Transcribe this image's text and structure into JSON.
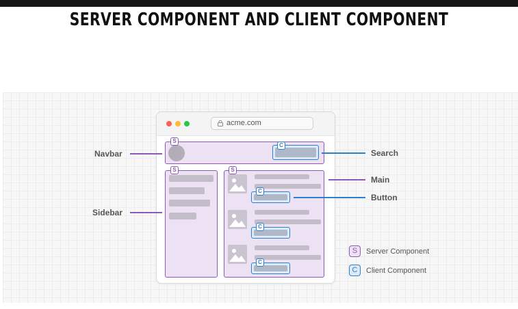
{
  "header": {
    "title": "SERVER COMPONENT AND CLIENT COMPONENT"
  },
  "browser": {
    "url": "acme.com"
  },
  "labels": {
    "navbar": "Navbar",
    "sidebar": "Sidebar",
    "search": "Search",
    "main": "Main",
    "button": "Button"
  },
  "badges": {
    "server": "S",
    "client": "C"
  },
  "legend": {
    "server_symbol": "S",
    "server_label": "Server Component",
    "client_symbol": "C",
    "client_label": "Client Component"
  },
  "colors": {
    "server": "#8d59b8",
    "client": "#2c7fd0",
    "dot_red": "#fe5f57",
    "dot_yellow": "#febc2e",
    "dot_green": "#28c840"
  }
}
